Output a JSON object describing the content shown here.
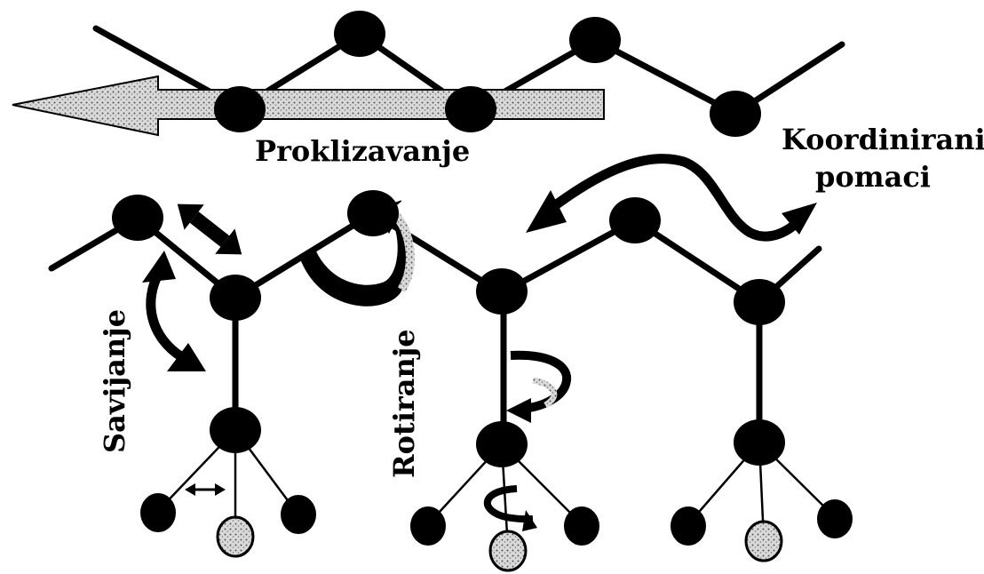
{
  "labels": {
    "slip": "Proklizavanje",
    "coordinated_line1": "Koordinirani",
    "coordinated_line2": "pomaci",
    "bending": "Savijanje",
    "rotation": "Rotiranje"
  },
  "colors": {
    "ink": "#000000",
    "stipple": "#b8b8b8",
    "background": "#ffffff"
  },
  "icons": {
    "slip_arrow": "left-arrow-icon",
    "stretch_arrow": "double-headed-arrow-icon",
    "bend_arrow": "curved-double-arrow-icon",
    "rotate_arrow": "rotation-arrow-icon",
    "wave_arrow": "wavy-double-arrow-icon",
    "small_arrow": "small-double-arrow-icon"
  }
}
